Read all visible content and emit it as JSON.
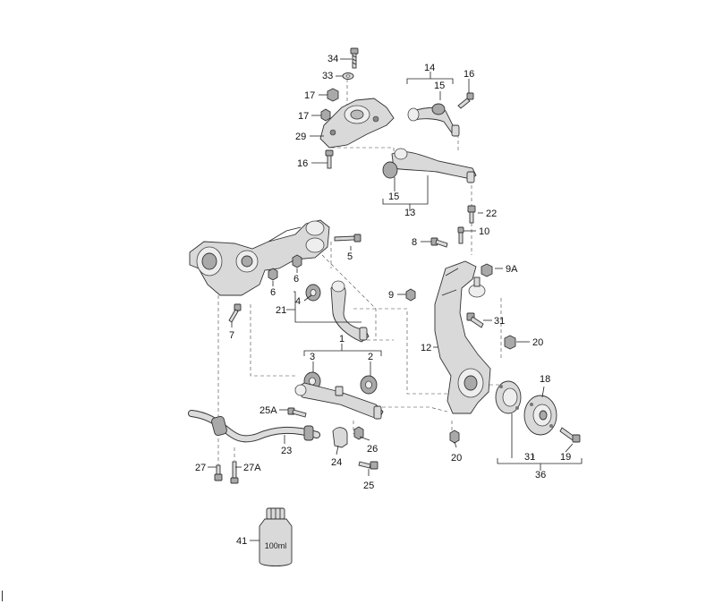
{
  "labels": {
    "p1": "1",
    "p2": "2",
    "p3": "3",
    "p4": "4",
    "p5": "5",
    "p6a": "6",
    "p6b": "6",
    "p7": "7",
    "p8": "8",
    "p9": "9",
    "p9a": "9A",
    "p10": "10",
    "p12": "12",
    "p13": "13",
    "p14": "14",
    "p15a": "15",
    "p15b": "15",
    "p16a": "16",
    "p16b": "16",
    "p17a": "17",
    "p17b": "17",
    "p18": "18",
    "p19": "19",
    "p20a": "20",
    "p20b": "20",
    "p21": "21",
    "p22": "22",
    "p23": "23",
    "p24": "24",
    "p25": "25",
    "p25a": "25A",
    "p26": "26",
    "p27": "27",
    "p27a": "27A",
    "p29": "29",
    "p31a": "31",
    "p31b": "31",
    "p33": "33",
    "p34": "34",
    "p36": "36",
    "p41": "41"
  },
  "bottle_text": "100ml",
  "colors": {
    "part": "#d9d9d9",
    "part_dark": "#a9a9a9",
    "line": "#222222"
  }
}
